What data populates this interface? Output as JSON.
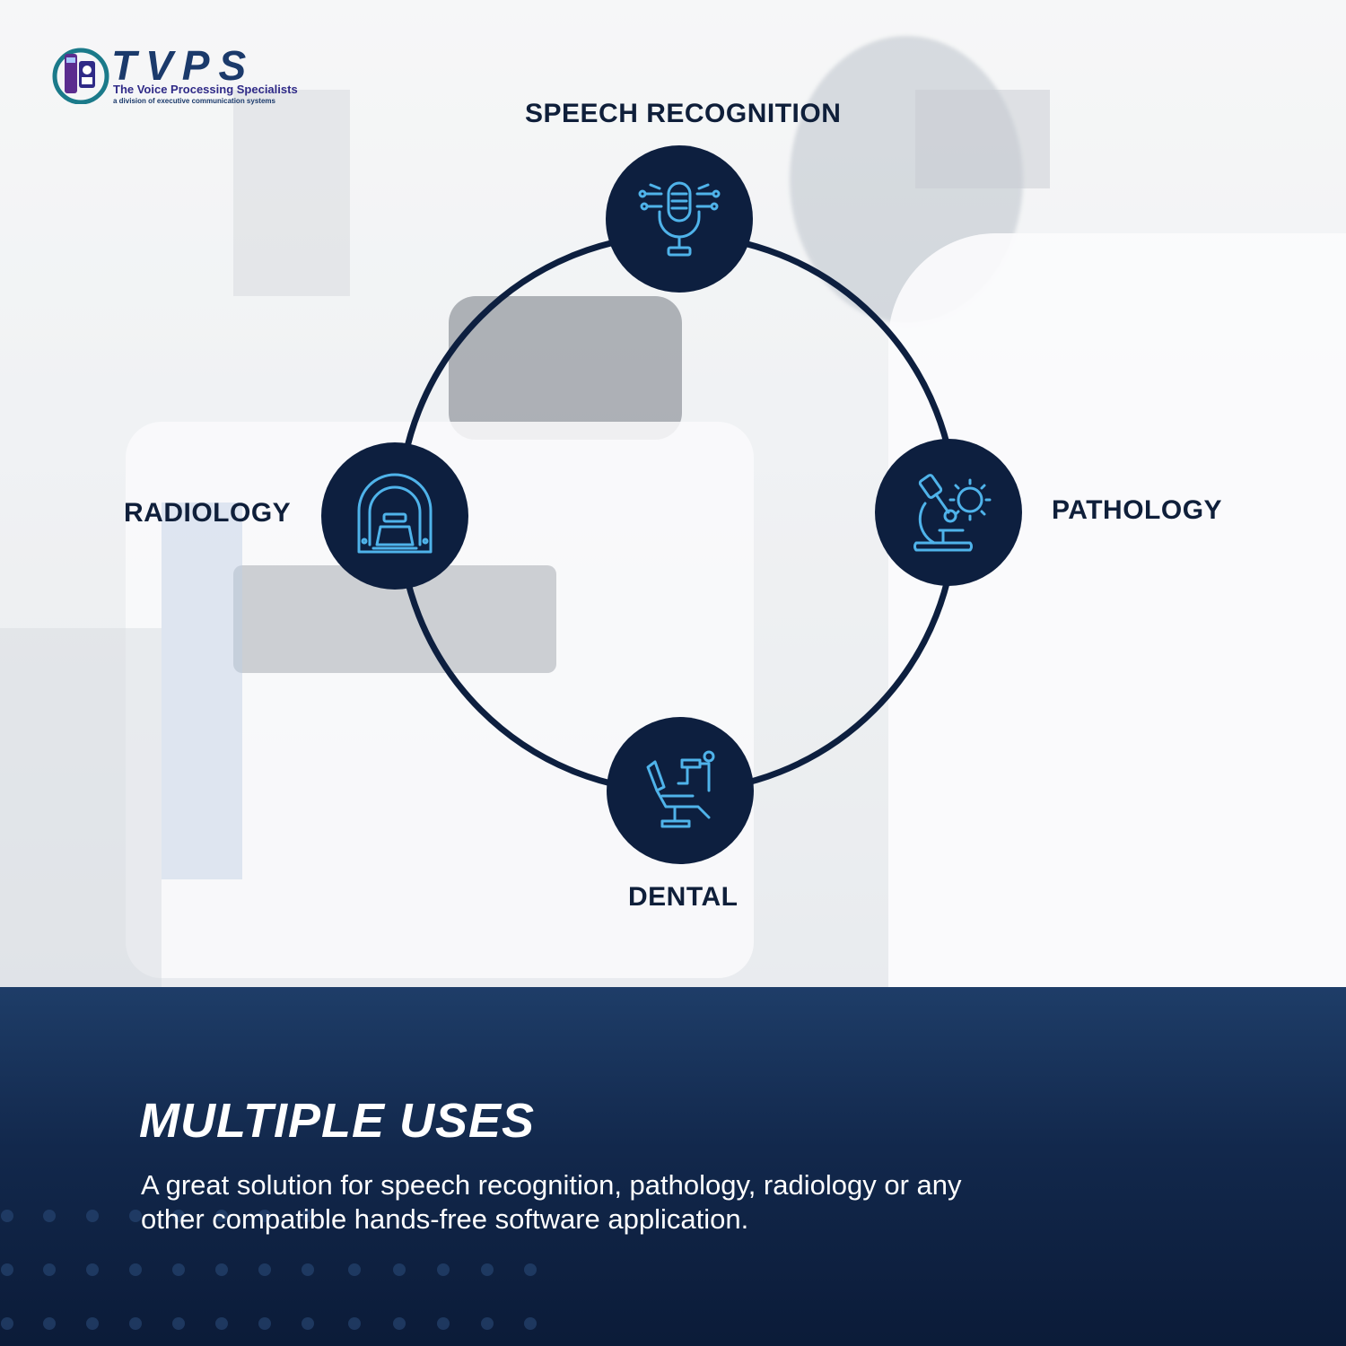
{
  "logo": {
    "letters": "TVPS",
    "tagline": "The Voice Processing Specialists",
    "sub": "a division of executive communication systems"
  },
  "diagram": {
    "top": {
      "label": "SPEECH RECOGNITION",
      "icon": "microphone-icon"
    },
    "right": {
      "label": "PATHOLOGY",
      "icon": "microscope-icon"
    },
    "left": {
      "label": "RADIOLOGY",
      "icon": "mri-scanner-icon"
    },
    "bottom": {
      "label": "DENTAL",
      "icon": "dental-chair-icon"
    }
  },
  "colors": {
    "node": "#0d1f3f",
    "ring": "#0d1f3f",
    "icon_stroke": "#4fb3ea",
    "band_top": "#1e3d68",
    "band_bottom": "#0b1b38"
  },
  "footer": {
    "headline": "MULTIPLE USES",
    "body": "A great solution for speech recognition, pathology, radiology or any other compatible hands-free software application."
  }
}
